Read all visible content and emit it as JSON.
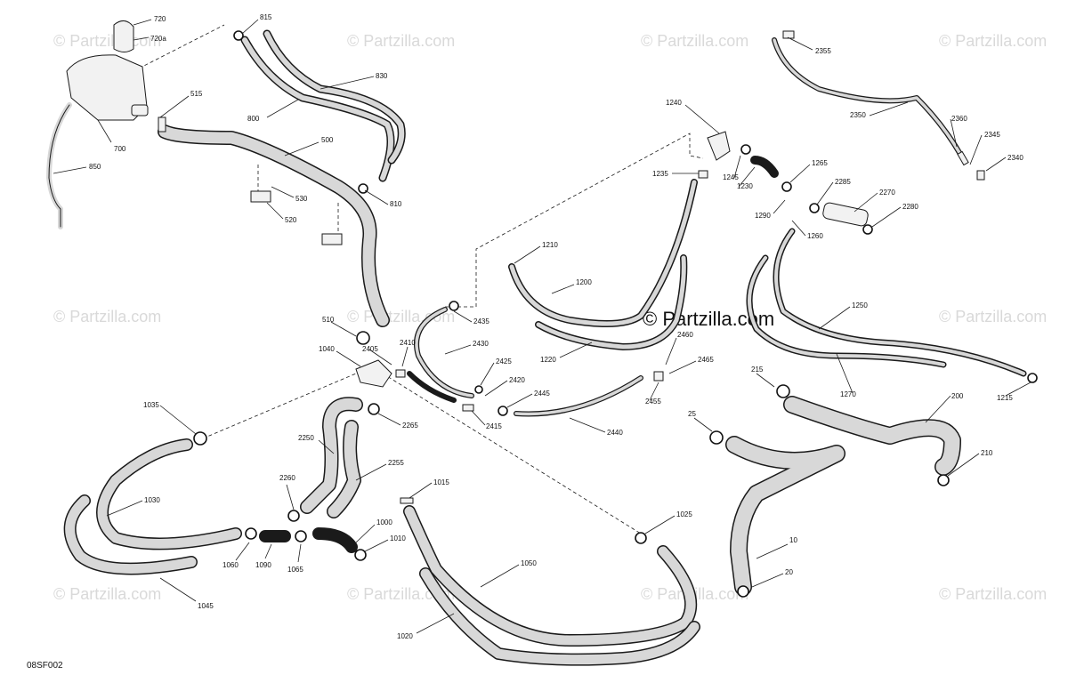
{
  "diagram": {
    "code": "08SF002",
    "watermark": "© Partzilla.com",
    "watermark_center": "© Partzilla.com",
    "parts": [
      "720",
      "720a",
      "515",
      "700",
      "850",
      "815",
      "830",
      "800",
      "500",
      "530",
      "520",
      "810",
      "2355",
      "2350",
      "2360",
      "2345",
      "2340",
      "1240",
      "1235",
      "1245",
      "1230",
      "1265",
      "2285",
      "2270",
      "2280",
      "1290",
      "1260",
      "1210",
      "1200",
      "1220",
      "2460",
      "2465",
      "2455",
      "1250",
      "215",
      "1270",
      "1215",
      "510",
      "1040",
      "2405",
      "2410",
      "2435",
      "2430",
      "2425",
      "2420",
      "2445",
      "2415",
      "2440",
      "25",
      "200",
      "210",
      "1035",
      "2265",
      "2250",
      "2255",
      "2260",
      "1030",
      "1060",
      "1090",
      "1065",
      "1015",
      "1000",
      "1010",
      "1025",
      "1050",
      "1045",
      "1020",
      "10",
      "20"
    ]
  }
}
